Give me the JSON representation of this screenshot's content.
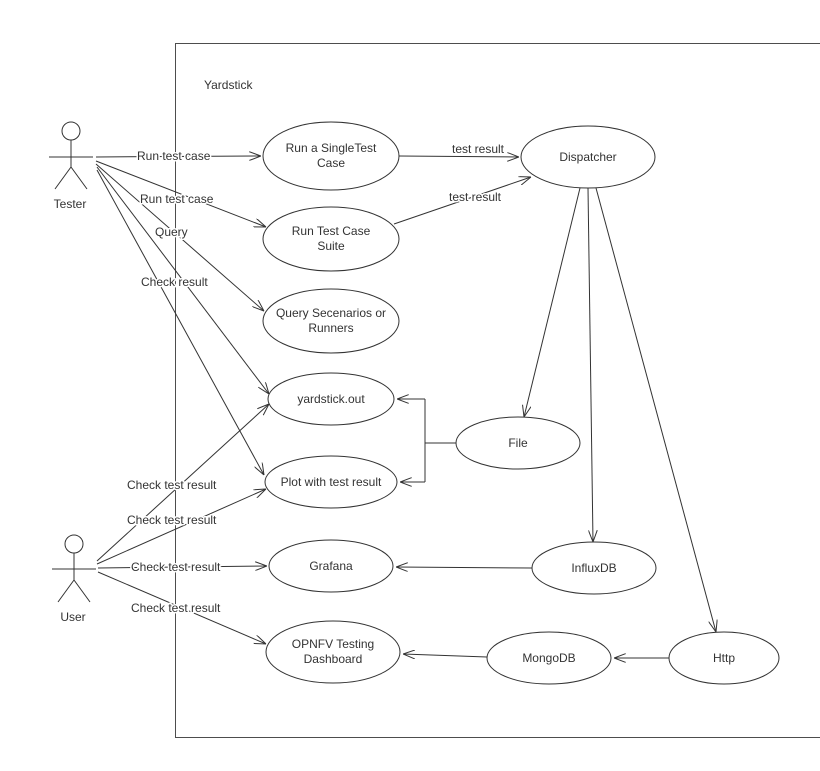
{
  "diagram": {
    "title": "Yardstick",
    "actors": {
      "tester": "Tester",
      "user": "User"
    },
    "nodes": {
      "single_test": {
        "line1": "Run a SingleTest",
        "line2": "Case"
      },
      "suite": {
        "line1": "Run Test Case",
        "line2": "Suite"
      },
      "query_scenarios": {
        "line1": "Query Secenarios or",
        "line2": "Runners"
      },
      "yardstick_out": {
        "label": "yardstick.out"
      },
      "plot": {
        "label": "Plot with test result"
      },
      "grafana": {
        "label": "Grafana"
      },
      "opnfv_dashboard": {
        "line1": "OPNFV Testing",
        "line2": "Dashboard"
      },
      "dispatcher": {
        "label": "Dispatcher"
      },
      "file": {
        "label": "File"
      },
      "influxdb": {
        "label": "InfluxDB"
      },
      "mongodb": {
        "label": "MongoDB"
      },
      "http": {
        "label": "Http"
      }
    },
    "edge_labels": {
      "tester_single": "Run test case",
      "tester_suite": "Run test case",
      "tester_query": "Query",
      "tester_yardstick_out": "Check result",
      "single_dispatcher": "test result",
      "suite_dispatcher": "test result",
      "user_yardstick_out": "Check test result",
      "user_plot": "Check test result",
      "user_grafana": "Check test result",
      "user_opnfv": "Check test result"
    },
    "colors": {
      "line": "#333333",
      "boundary": "#4d4d4d",
      "background": "#ffffff"
    }
  }
}
